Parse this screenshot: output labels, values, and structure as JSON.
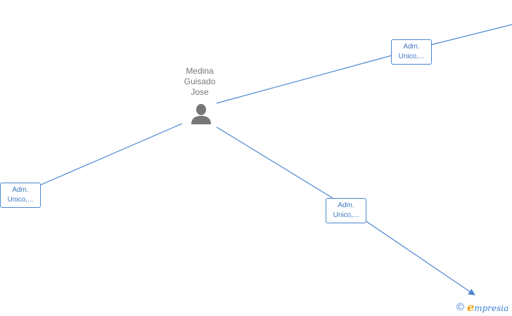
{
  "person": {
    "name_lines": [
      "Medina",
      "Guisado",
      "Jose"
    ],
    "icon": "person-icon"
  },
  "roles": [
    {
      "line1": "Adm.",
      "line2": "Unico,..."
    },
    {
      "line1": "Adm.",
      "line2": "Unico,..."
    },
    {
      "line1": "Adm.",
      "line2": "Unico,..."
    }
  ],
  "watermark": {
    "copyright": "©",
    "brand_first": "e",
    "brand_rest": "mpresia"
  },
  "colors": {
    "edge": "#4a86d0",
    "person": "#777777",
    "brand_orange": "#f0a10c",
    "brand_blue": "#3d7fd4"
  }
}
